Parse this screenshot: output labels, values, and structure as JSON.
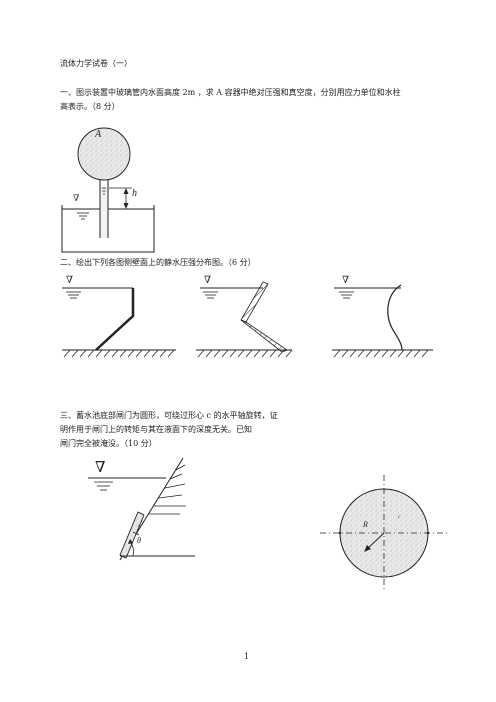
{
  "title": "流体力学试卷（一）",
  "q1": {
    "text_line1": "一、图示装置中玻璃管内水面高度 2m ，求 A 容器中绝对压强和真空度，分别用应力单位和水柱",
    "text_line2": "高表示。（8 分）",
    "label_A": "A",
    "label_h": "h",
    "surface_symbol": "∇"
  },
  "q2": {
    "text": "二、绘出下列各图侧壁面上的静水压强分布图。（6 分）",
    "surface_symbol": "∇"
  },
  "q3": {
    "text_line1": "三、蓄水池底部闸门为圆形，可绕过形心 c 的水平轴旋转，证",
    "text_line2": "明作用于闸门上的转矩与其在液面下的深度无关。已知",
    "text_line3": "闸门完全被淹没。（10 分）",
    "surface_symbol": "∇",
    "label_theta": "θ",
    "label_c": "c",
    "label_R": "R",
    "label_c_side": "c"
  },
  "page_number": "1"
}
